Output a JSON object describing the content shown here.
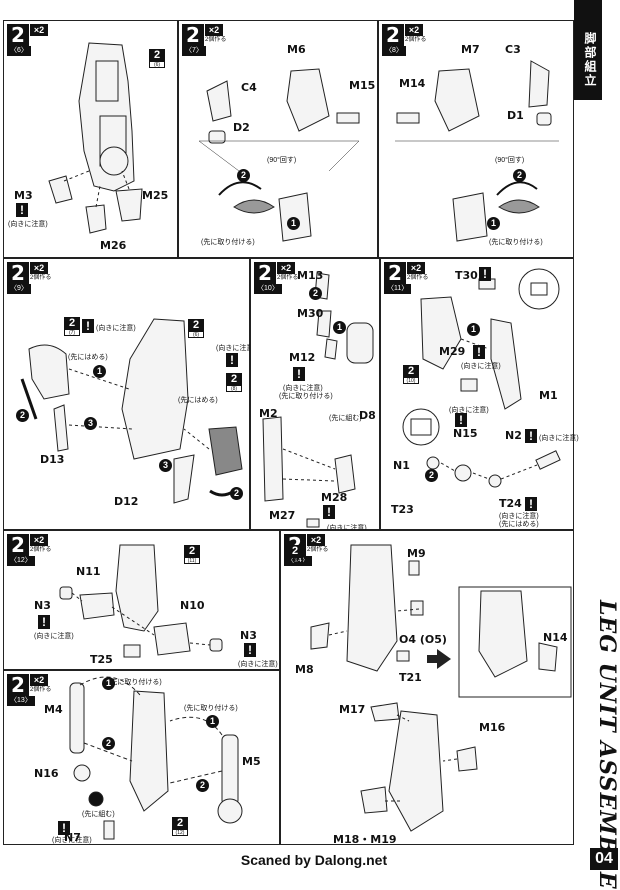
{
  "side_tab": {
    "label": "脚部組立"
  },
  "side_title": "LEG UNIT ASSEMBLE",
  "page_number": "04",
  "credit": "Scaned by Dalong.net",
  "step_number": "2",
  "mult": "×2",
  "mult_note": "2個作る",
  "notes": {
    "orientation": "(向きに注意)",
    "attach_first": "(先に取り付ける)",
    "insert_first": "(先にはめる)",
    "turn_90": "(90°回す)",
    "assemble_first": "(先に組む)"
  },
  "panels": [
    {
      "id": "p6",
      "sub": "〈6〉",
      "ref": "(6)",
      "parts": [
        "M3",
        "M25",
        "M26"
      ]
    },
    {
      "id": "p7",
      "sub": "〈7〉",
      "parts": [
        "C4",
        "D2",
        "M6",
        "M15"
      ]
    },
    {
      "id": "p8",
      "sub": "〈8〉",
      "parts": [
        "M7",
        "C3",
        "M14",
        "D1"
      ]
    },
    {
      "id": "p9",
      "sub": "〈9〉",
      "ref1": "(7)",
      "ref2": "(8)",
      "ref3": "(6)",
      "parts": [
        "D13",
        "D12"
      ]
    },
    {
      "id": "p10",
      "sub": "〈10〉",
      "parts": [
        "M13",
        "M30",
        "M12",
        "M2",
        "D8",
        "M28",
        "M27"
      ]
    },
    {
      "id": "p11",
      "sub": "〈11〉",
      "ref": "(10)",
      "parts": [
        "T30",
        "M29",
        "M1",
        "N15",
        "N2",
        "N1",
        "T23",
        "T24"
      ]
    },
    {
      "id": "p12",
      "sub": "〈12〉",
      "ref": "(11)",
      "parts": [
        "N11",
        "N3",
        "N10",
        "T25"
      ]
    },
    {
      "id": "p13",
      "sub": "〈13〉",
      "ref": "(12)",
      "parts": [
        "M4",
        "N16",
        "M5",
        "N7"
      ]
    },
    {
      "id": "p14",
      "sub": "〈14〉",
      "ref": "(13)",
      "parts": [
        "M9",
        "O4 (O5)",
        "M8",
        "T21",
        "N14",
        "M17",
        "M16",
        "M18・M19"
      ]
    }
  ]
}
